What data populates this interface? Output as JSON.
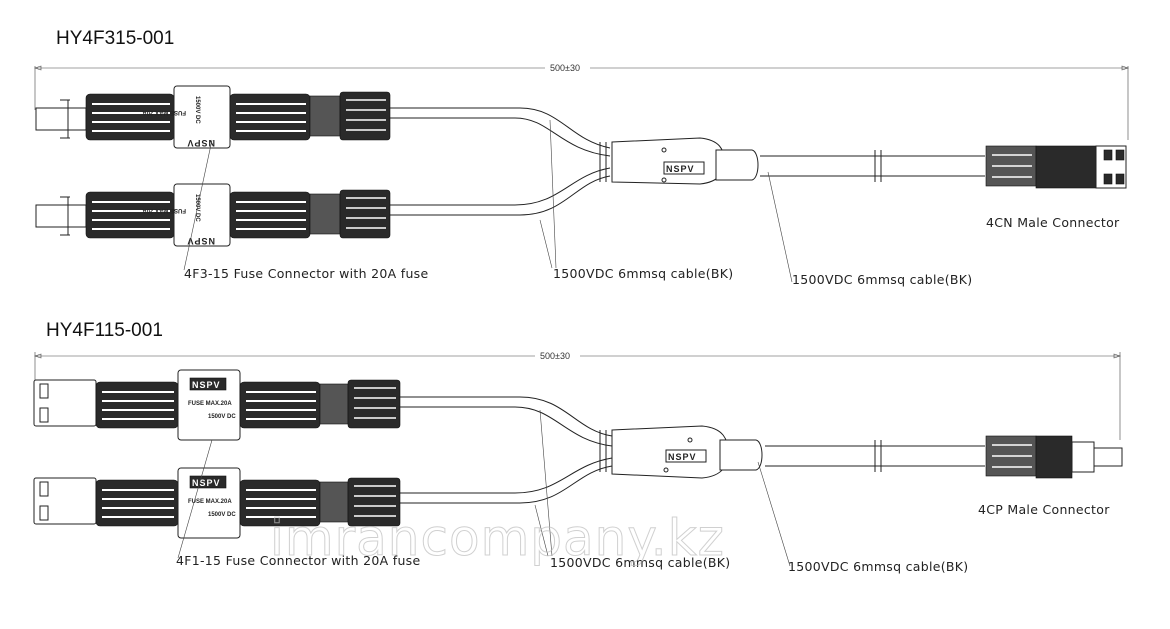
{
  "diagrams": [
    {
      "title": "HY4F315-001",
      "dimension": "500±30",
      "fuse_connector_label": "4F3-15 Fuse Connector with 20A fuse",
      "cable_label_left": "1500VDC 6mmsq cable(BK)",
      "cable_label_right": "1500VDC 6mmsq cable(BK)",
      "end_connector_label": "4CN Male Connector",
      "fuse_marks": {
        "voltage": "1500V DC",
        "fuse": "FUSE MAX.20A",
        "brand": "NSPV"
      },
      "branch_brand": "NSPV"
    },
    {
      "title": "HY4F115-001",
      "dimension": "500±30",
      "fuse_connector_label": "4F1-15 Fuse Connector with 20A fuse",
      "cable_label_left": "1500VDC 6mmsq cable(BK)",
      "cable_label_right": "1500VDC 6mmsq cable(BK)",
      "end_connector_label": "4CP Male Connector",
      "fuse_marks": {
        "voltage": "1500V DC",
        "fuse": "FUSE MAX.20A",
        "brand": "NSPV"
      },
      "branch_brand": "NSPV"
    }
  ],
  "watermark": "imrancompany.kz"
}
